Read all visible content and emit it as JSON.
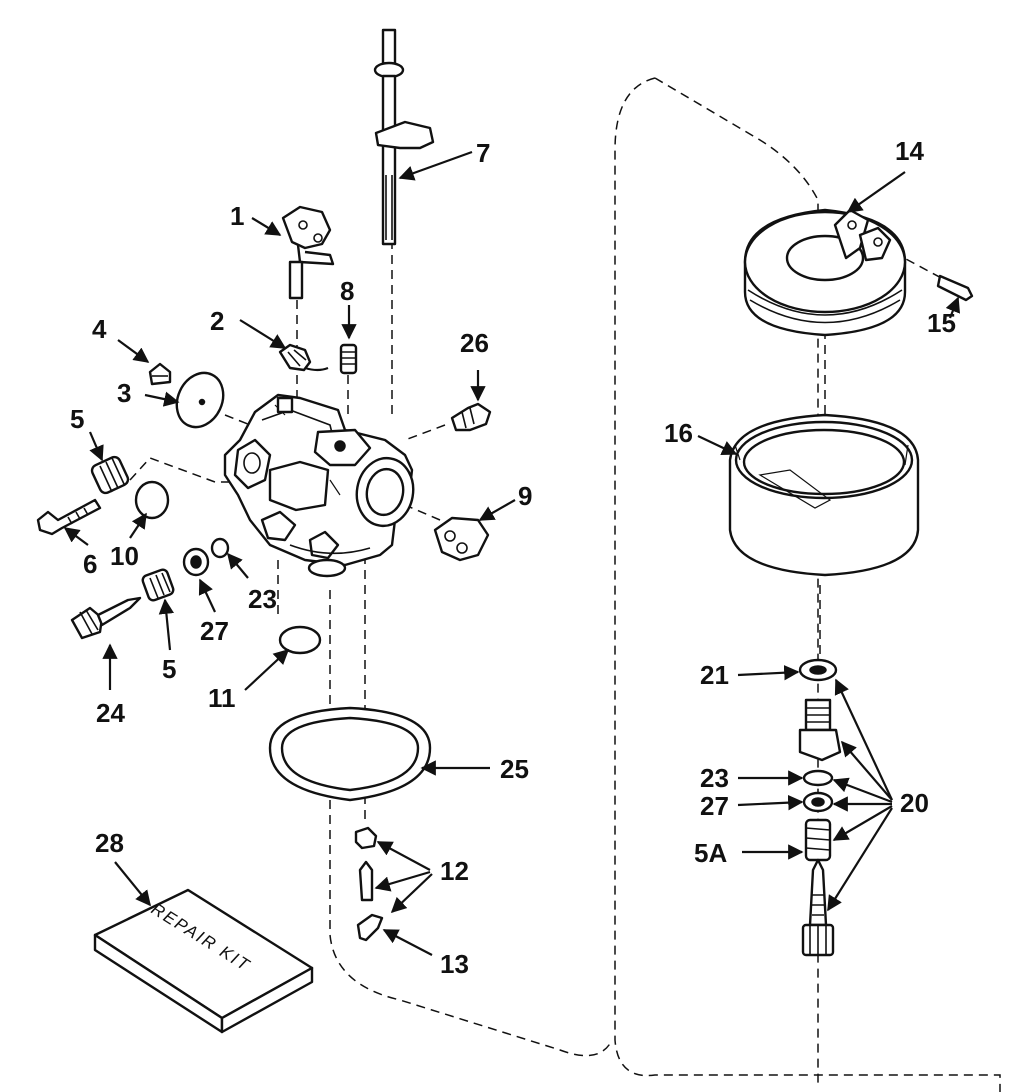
{
  "callouts": {
    "c1": "1",
    "c2": "2",
    "c3": "3",
    "c4": "4",
    "c5a": "5",
    "c5b": "5",
    "c6": "6",
    "c7": "7",
    "c8": "8",
    "c9": "9",
    "c10": "10",
    "c11": "11",
    "c12": "12",
    "c13": "13",
    "c14": "14",
    "c15": "15",
    "c16": "16",
    "c20": "20",
    "c21": "21",
    "c23a": "23",
    "c23b": "23",
    "c24": "24",
    "c25": "25",
    "c26": "26",
    "c27a": "27",
    "c27b": "27",
    "c28": "28",
    "c5A": "5A"
  },
  "repair_kit": {
    "label": "REPAIR KIT"
  }
}
